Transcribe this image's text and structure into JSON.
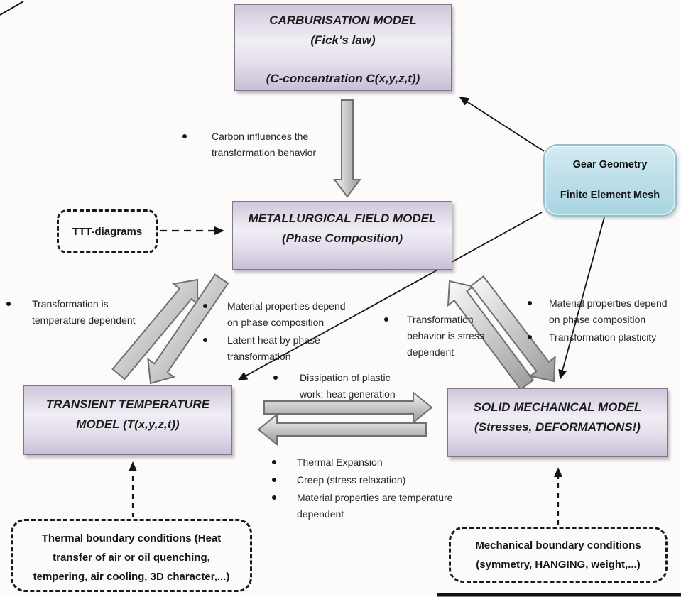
{
  "colors": {
    "model_box_fill_top": "#cfc7db",
    "model_box_fill_bottom": "#c9bfd7",
    "gear_box_fill": "#bfe0ea",
    "block_arrow_gray": "#9a9a9a",
    "line_black": "#161616",
    "text": "#262626"
  },
  "boxes": {
    "carburisation": {
      "line1": "CARBURISATION MODEL",
      "line2": "(Fick’s law)",
      "line3": "(C-concentration C(x,y,z,t))"
    },
    "metallurgical": {
      "line1": "METALLURGICAL FIELD MODEL",
      "line2": "(Phase Composition)"
    },
    "ttt": {
      "label": "TTT-diagrams"
    },
    "gear": {
      "line1": "Gear Geometry",
      "line2": "Finite Element Mesh"
    },
    "temperature": {
      "line1": "TRANSIENT TEMPERATURE",
      "line2": "MODEL (T(x,y,z,t))"
    },
    "mechanical": {
      "line1": "SOLID MECHANICAL MODEL",
      "line2": "(Stresses, DEFORMATIONS!)"
    },
    "thermal_bc": {
      "line1": "Thermal boundary conditions (Heat",
      "line2": "transfer of air or oil quenching,",
      "line3": "tempering, air cooling, 3D character,...)"
    },
    "mechanical_bc": {
      "line1": "Mechanical boundary conditions",
      "line2": "(symmetry, HANGING, weight,...)"
    }
  },
  "notes": {
    "carbon": [
      "Carbon influences the",
      "transformation behavior"
    ],
    "transformation_temp": [
      "Transformation is",
      "temperature dependent"
    ],
    "material_phase_left": [
      "Material properties depend",
      "on phase composition"
    ],
    "latent_heat": [
      "Latent heat by phase",
      "transformation"
    ],
    "transformation_stress": [
      "Transformation",
      "behavior is stress",
      "dependent"
    ],
    "material_phase_right": [
      "Material properties depend",
      "on phase composition"
    ],
    "transformation_plasticity": [
      "Transformation plasticity"
    ],
    "dissipation": [
      "Dissipation of plastic",
      "work: heat generation"
    ],
    "thermal_expansion": [
      "Thermal Expansion"
    ],
    "creep": [
      "Creep (stress relaxation)"
    ],
    "material_temp": [
      "Material properties are temperature",
      "dependent"
    ]
  }
}
